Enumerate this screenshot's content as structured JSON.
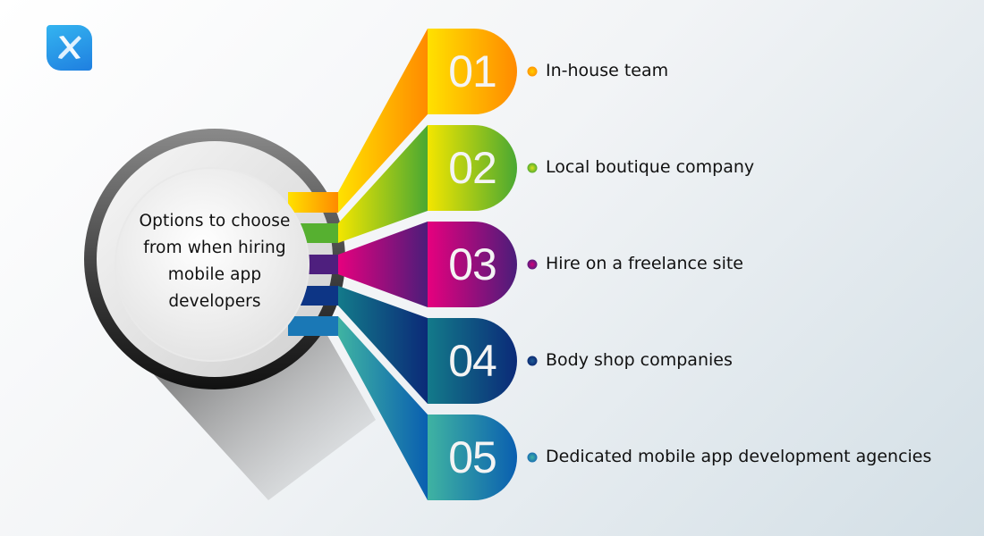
{
  "logo": {
    "icon": "x-logo-icon"
  },
  "center": {
    "title_lines": [
      "Options to choose",
      "from when hiring",
      "mobile app",
      "developers"
    ]
  },
  "options": [
    {
      "number": "01",
      "label": "In-house team",
      "color_start": "#ffe100",
      "color_end": "#ff8a00"
    },
    {
      "number": "02",
      "label": "Local boutique company",
      "color_start": "#f3e600",
      "color_end": "#4aa832"
    },
    {
      "number": "03",
      "label": "Hire on a freelance site",
      "color_start": "#e6007e",
      "color_end": "#4b1d7a"
    },
    {
      "number": "04",
      "label": "Body shop companies",
      "color_start": "#137a8a",
      "color_end": "#0b2a78"
    },
    {
      "number": "05",
      "label": "Dedicated mobile app development agencies",
      "color_start": "#3fb3a2",
      "color_end": "#0a5fb0"
    }
  ]
}
